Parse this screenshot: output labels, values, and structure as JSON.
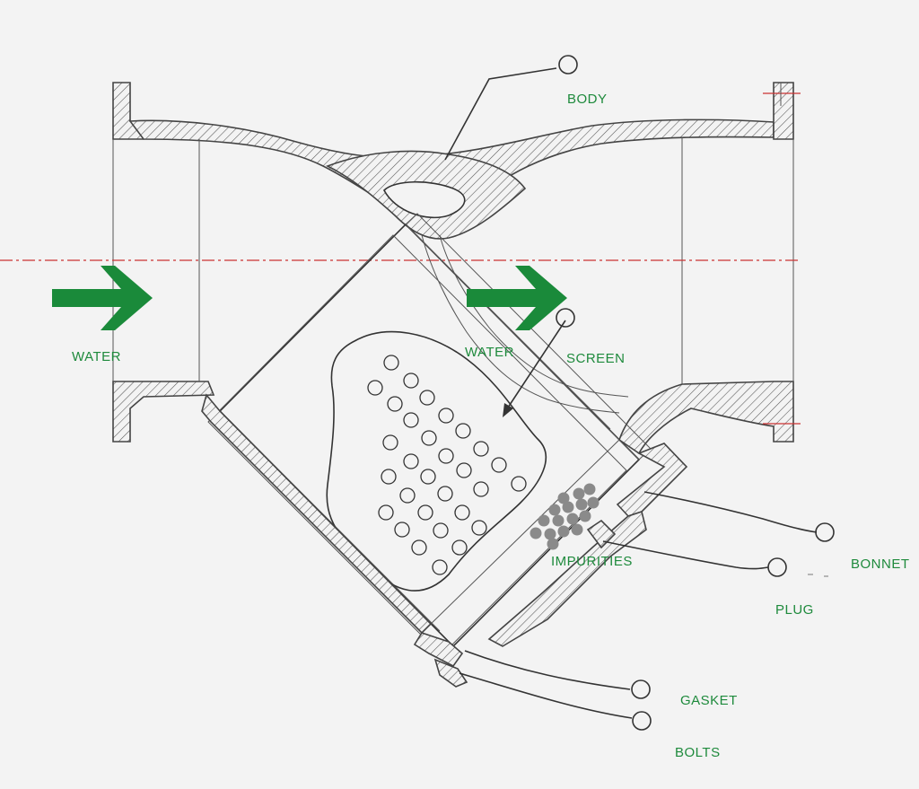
{
  "colors": {
    "label": "#1e8a3c",
    "arrow": "#1a8a3a",
    "centerline": "#cc3333",
    "line": "#333333",
    "impurity": "#8a8a8a"
  },
  "labels": {
    "body": "BODY",
    "water_in": "WATER",
    "water_mid": "WATER",
    "screen": "SCREEN",
    "impurities": "IMPURITIES",
    "bonnet": "BONNET",
    "plug": "PLUG",
    "gasket": "GASKET",
    "bolts": "BOLTS"
  },
  "icons": [
    "flow-arrow-icon",
    "callout-circle-icon"
  ]
}
